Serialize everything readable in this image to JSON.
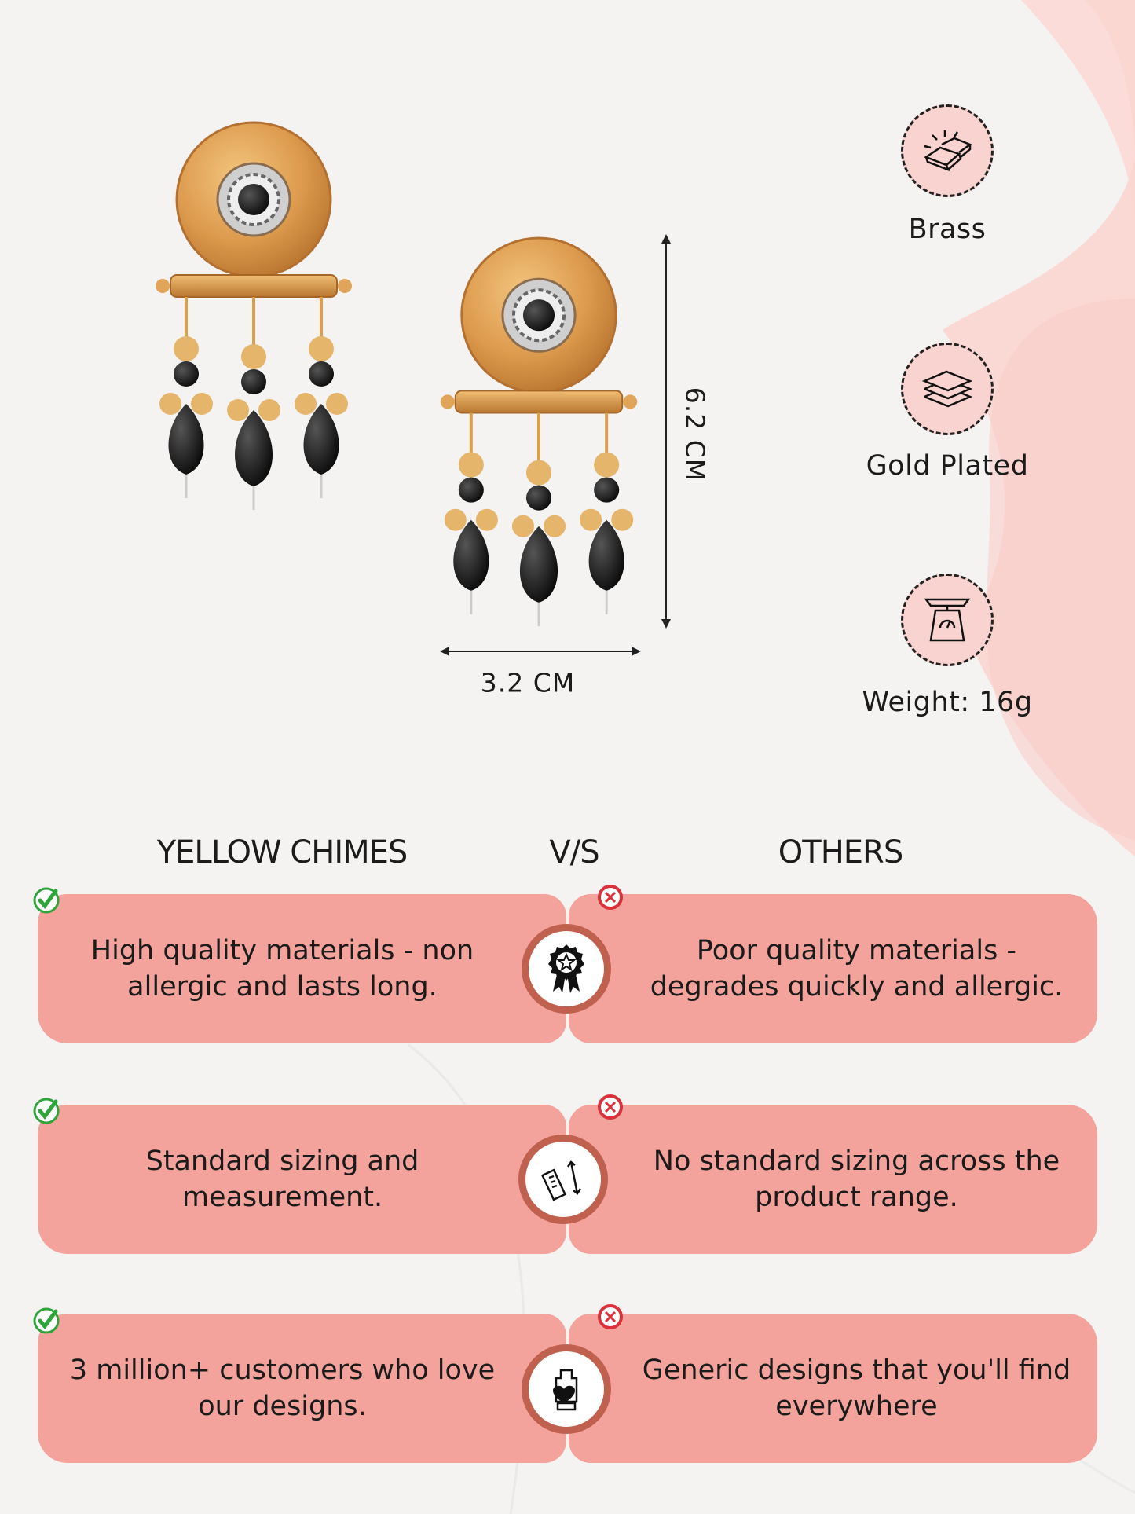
{
  "product": {
    "dimensions": {
      "height": "6.2 CM",
      "width": "3.2 CM"
    }
  },
  "features": [
    {
      "icon": "gold-bars-icon",
      "label": "Brass"
    },
    {
      "icon": "layers-icon",
      "label": "Gold Plated"
    },
    {
      "icon": "weighing-scale-icon",
      "label": "Weight: 16g"
    }
  ],
  "comparison": {
    "brand_header": "YELLOW CHIMES",
    "vs_header": "V/S",
    "others_header": "OTHERS",
    "rows": [
      {
        "ours": "High quality materials - non allergic and lasts long.",
        "theirs": "Poor quality materials - degrades quickly and allergic.",
        "icon": "quality-badge-icon"
      },
      {
        "ours": "Standard sizing and measurement.",
        "theirs": "No standard sizing across the product range.",
        "icon": "ruler-measure-icon"
      },
      {
        "ours": "3 million+ customers who love our designs.",
        "theirs": "Generic designs that you'll find everywhere",
        "icon": "customer-love-icon"
      }
    ]
  },
  "colors": {
    "box": "#f4a39c",
    "ring": "#c0614f",
    "check": "#2fa43a",
    "cross": "#d9323a",
    "blob": "#fbd6d2"
  }
}
